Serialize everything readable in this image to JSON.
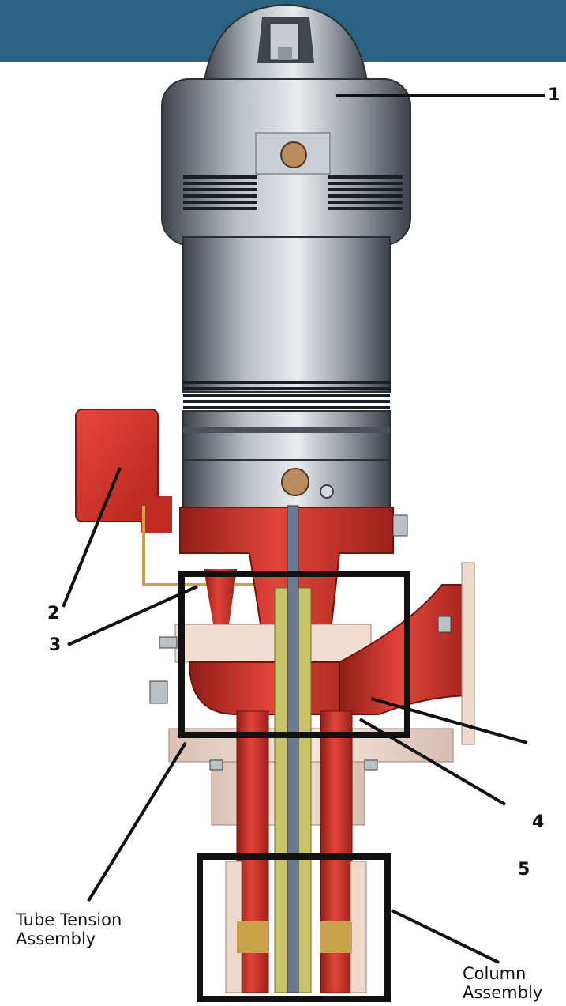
{
  "colors": {
    "banner": "#2b6183",
    "pump_red": "#d4312a",
    "motor_steel": "#8a9299",
    "flange": "#ecd8cc",
    "shaft": "#6a7a90",
    "bearing": "#c9c36a",
    "brass": "#c9a24a"
  },
  "callouts": {
    "c1": "1",
    "c2": "2",
    "c3": "3",
    "c4": "4",
    "c5": "5",
    "tube_tension": [
      "Tube Tension",
      "Assembly"
    ],
    "column": [
      "Column",
      "Assembly"
    ]
  },
  "icons": [
    "motor",
    "junction-box",
    "discharge-head",
    "shaft",
    "column-pipe"
  ]
}
